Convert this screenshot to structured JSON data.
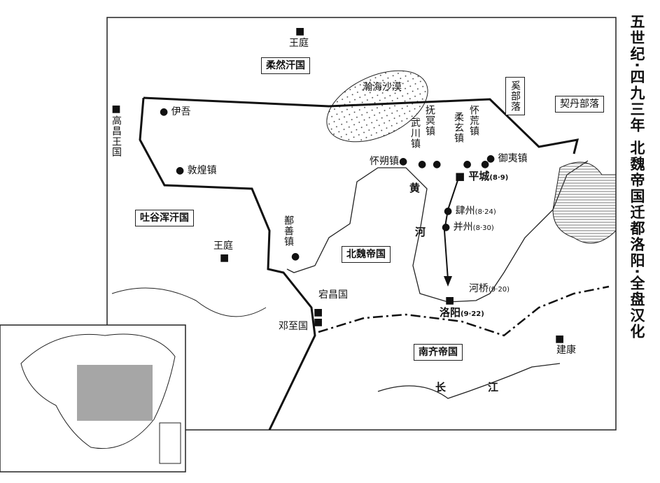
{
  "title": "五世纪·四九三年 北魏帝国迁都洛阳·全盘汉化",
  "places": {
    "rouran_court": "王庭",
    "rouran": "柔然汗国",
    "desert": "瀚海沙漠",
    "xi": "奚部落",
    "khitan": "契丹部落",
    "gaochang": "高昌王国",
    "yiwu": "伊吾",
    "dunhuang": "敦煌镇",
    "huaishuo": "怀朔镇",
    "wuchuan": "武川镇",
    "fuming": "抚冥镇",
    "rouxuan": "柔玄镇",
    "huaihuang": "怀荒镇",
    "yuyi": "御夷镇",
    "tuyuhun": "吐谷浑汗国",
    "tuyuhun_court": "王庭",
    "shanshan": "鄯善镇",
    "beiwei": "北魏帝国",
    "dangchang": "宕昌国",
    "dengzhi": "邓至国",
    "nanqi": "南齐帝国",
    "jiankang": "建康",
    "huang": "黄",
    "he": "河",
    "chang": "长",
    "jiang": "江"
  },
  "route": [
    {
      "name": "平城",
      "date": "(8·9)"
    },
    {
      "name": "肆州",
      "date": "(8·24)"
    },
    {
      "name": "并州",
      "date": "(8·30)"
    },
    {
      "name": "河桥",
      "date": "(9·20)"
    },
    {
      "name": "洛阳",
      "date": "(9·22)"
    }
  ]
}
